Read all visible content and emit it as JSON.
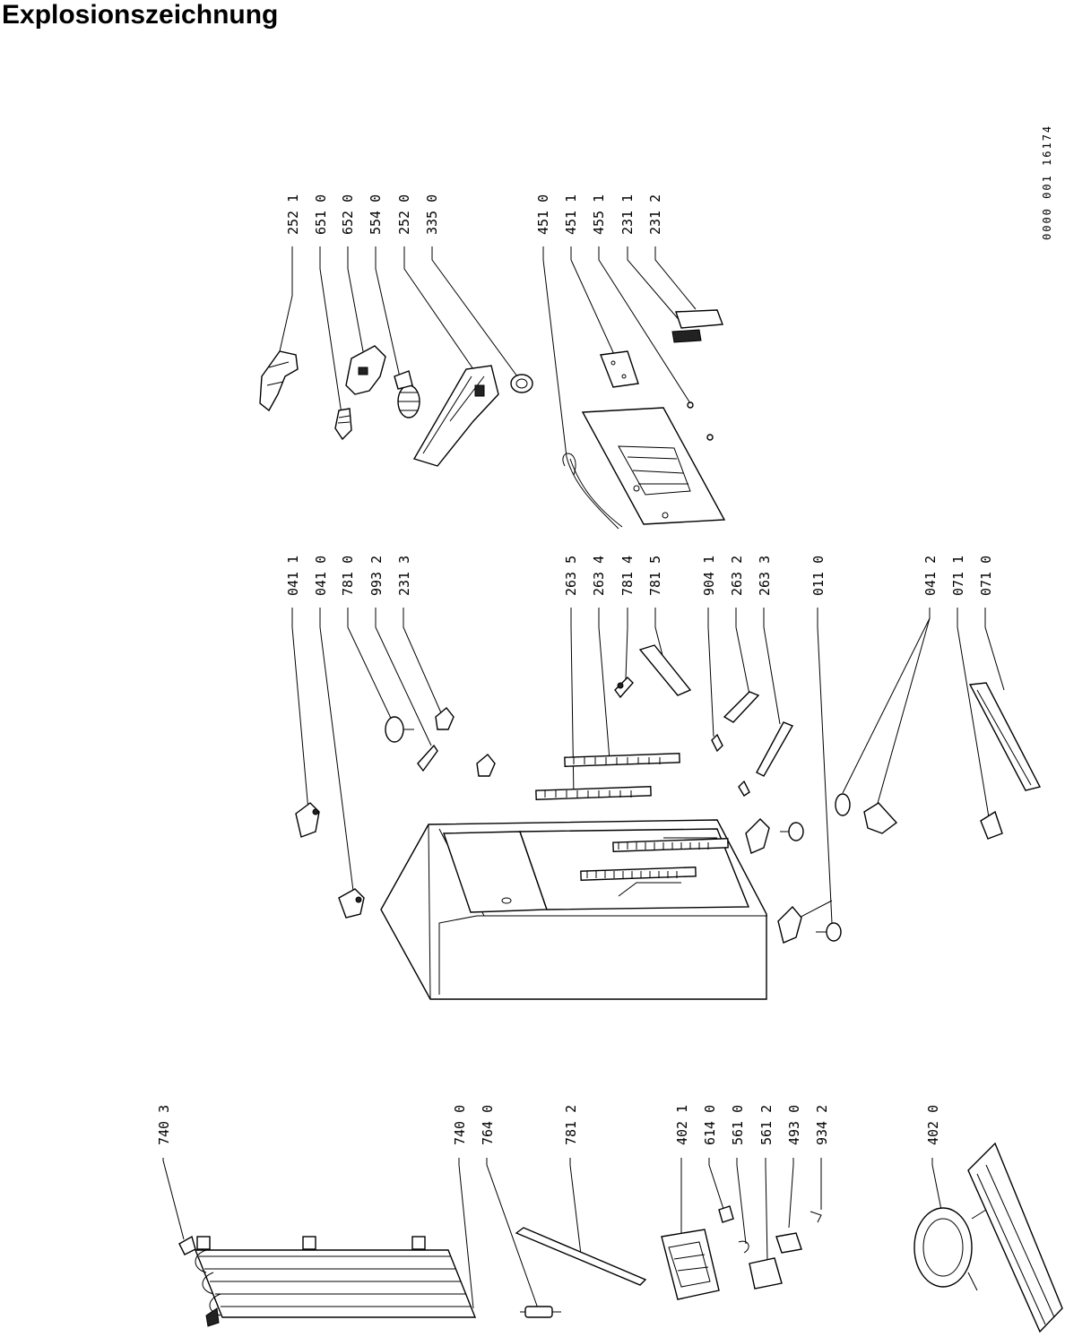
{
  "title": "Explosionszeichnung",
  "document_number": "0000 001 16174",
  "labels": {
    "g1": [
      "252 1",
      "651 0",
      "652 0",
      "554 0",
      "252 0",
      "335 0"
    ],
    "g2": [
      "451 0",
      "451 1",
      "455 1",
      "231 1",
      "231 2"
    ],
    "g3": [
      "041 1",
      "041 0",
      "781 0",
      "993 2",
      "231 3"
    ],
    "g4": [
      "263 5",
      "263 4",
      "781 4",
      "781 5"
    ],
    "g5": [
      "904 1",
      "263 2",
      "263 3"
    ],
    "g6": [
      "011 0"
    ],
    "g7": [
      "041 2",
      "071 1",
      "071 0"
    ],
    "g8": [
      "740 3"
    ],
    "g9": [
      "740 0",
      "764 0"
    ],
    "g10": [
      "781 2"
    ],
    "g11": [
      "402 1",
      "614 0",
      "561 0",
      "561 2",
      "493 0",
      "934 2"
    ],
    "g12": [
      "402 0"
    ]
  }
}
